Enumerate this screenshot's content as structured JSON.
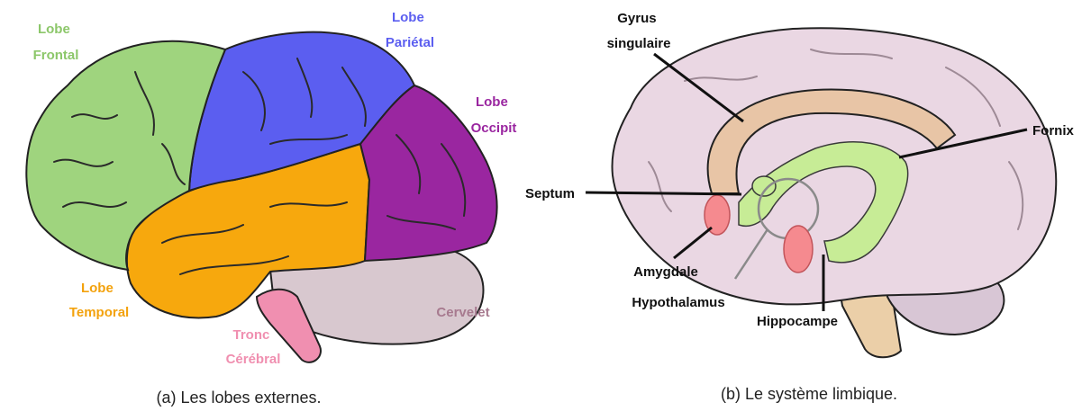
{
  "panel_a": {
    "caption": "(a) Les lobes externes.",
    "labels": {
      "frontal": [
        "Lobe",
        "Frontal"
      ],
      "parietal": [
        "Lobe",
        "Pariétal"
      ],
      "occipital": [
        "Lobe",
        "Occipit"
      ],
      "temporal": [
        "Lobe",
        "Temporal"
      ],
      "brainstem": [
        "Tronc",
        "Cérébral"
      ],
      "cerebellum": [
        "Cervelet"
      ]
    }
  },
  "panel_b": {
    "caption": "(b) Le système limbique.",
    "labels": {
      "cingulate": [
        "Gyrus",
        "singulaire"
      ],
      "fornix": [
        "Fornix"
      ],
      "septum": [
        "Septum"
      ],
      "amygdala": [
        "Amygdale"
      ],
      "hypothalamus": [
        "Hypothalamus"
      ],
      "hippocampus": [
        "Hippocampe"
      ]
    }
  },
  "colors": {
    "frontal": "#9fd47e",
    "parietal": "#5b5ef0",
    "occipital": "#9a26a0",
    "temporal": "#f7a80d",
    "cerebellum": "#d8c8cf",
    "brainstem": "#f08fb0",
    "label_frontal": "#8cc76a",
    "label_parietal": "#5b5ef0",
    "label_occipital": "#9a26a0",
    "label_temporal": "#f3a20d",
    "label_brainstem": "#f08fb0",
    "label_cerebellum": "#a77a8f",
    "limbic_brain": "#ead7e3",
    "cingulate": "#e8c5a6",
    "fornix": "#c7ec96",
    "amygdala": "#f58a8f"
  }
}
